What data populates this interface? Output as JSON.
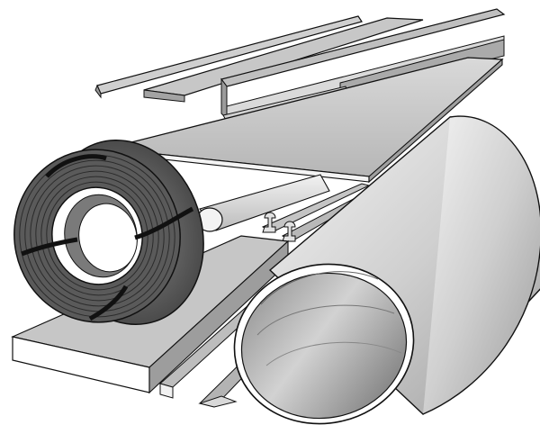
{
  "scene": {
    "subject": "steel-products-illustration",
    "colors": {
      "background": "#ffffff",
      "outline": "#111111",
      "steel_light": "#e6e6e6",
      "steel_mid": "#bdbdbd",
      "steel_dark": "#8c8c8c",
      "coil_dark": "#3a3a3a",
      "coil_mid": "#6a6a6a"
    },
    "objects": [
      "plate-sheet",
      "i-beam",
      "channel-section",
      "angle-section",
      "wire-coil",
      "round-bar",
      "rail-sections",
      "flat-bar",
      "square-bar",
      "large-pipe"
    ]
  }
}
